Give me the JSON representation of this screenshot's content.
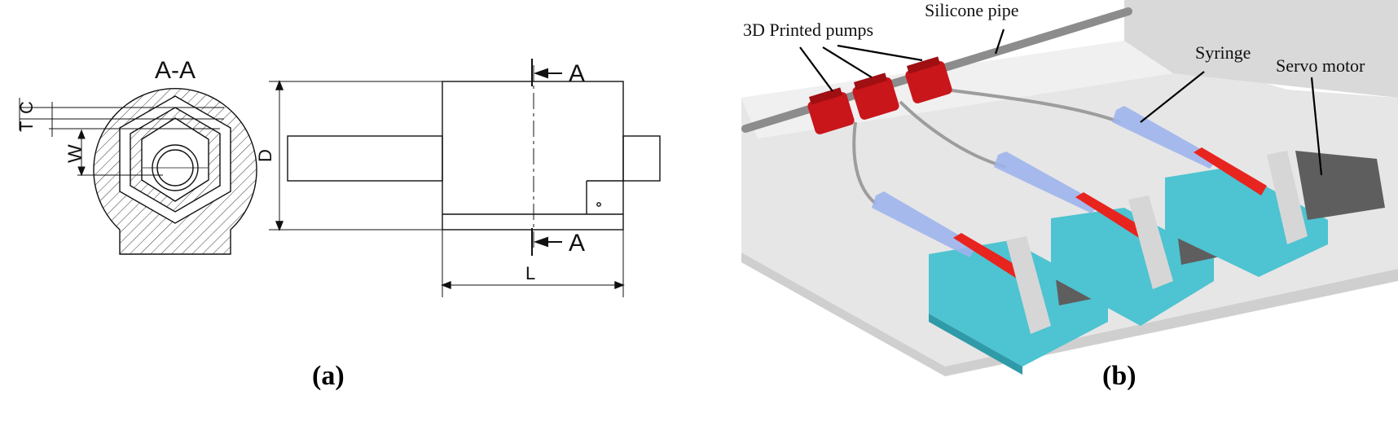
{
  "panel_a": {
    "section_title": "A-A",
    "dim_c": "C",
    "dim_t": "T",
    "dim_w": "W",
    "dim_d": "D",
    "dim_l": "L",
    "section_mark_top": "A",
    "section_mark_bottom": "A",
    "caption": "(a)"
  },
  "panel_b": {
    "callouts": {
      "pumps": "3D Printed pumps",
      "pipe": "Silicone pipe",
      "syringe": "Syringe",
      "servo": "Servo motor"
    },
    "caption": "(b)",
    "colors": {
      "pump_red": "#c8161b",
      "plunger_red": "#e8241f",
      "syringe_blue": "#9db4ec",
      "base_cyan": "#4ec3d1",
      "bracket_grey": "#d6d6d6",
      "motor_grey": "#5e5e5e",
      "floor_grey": "#e6e6e6"
    }
  }
}
